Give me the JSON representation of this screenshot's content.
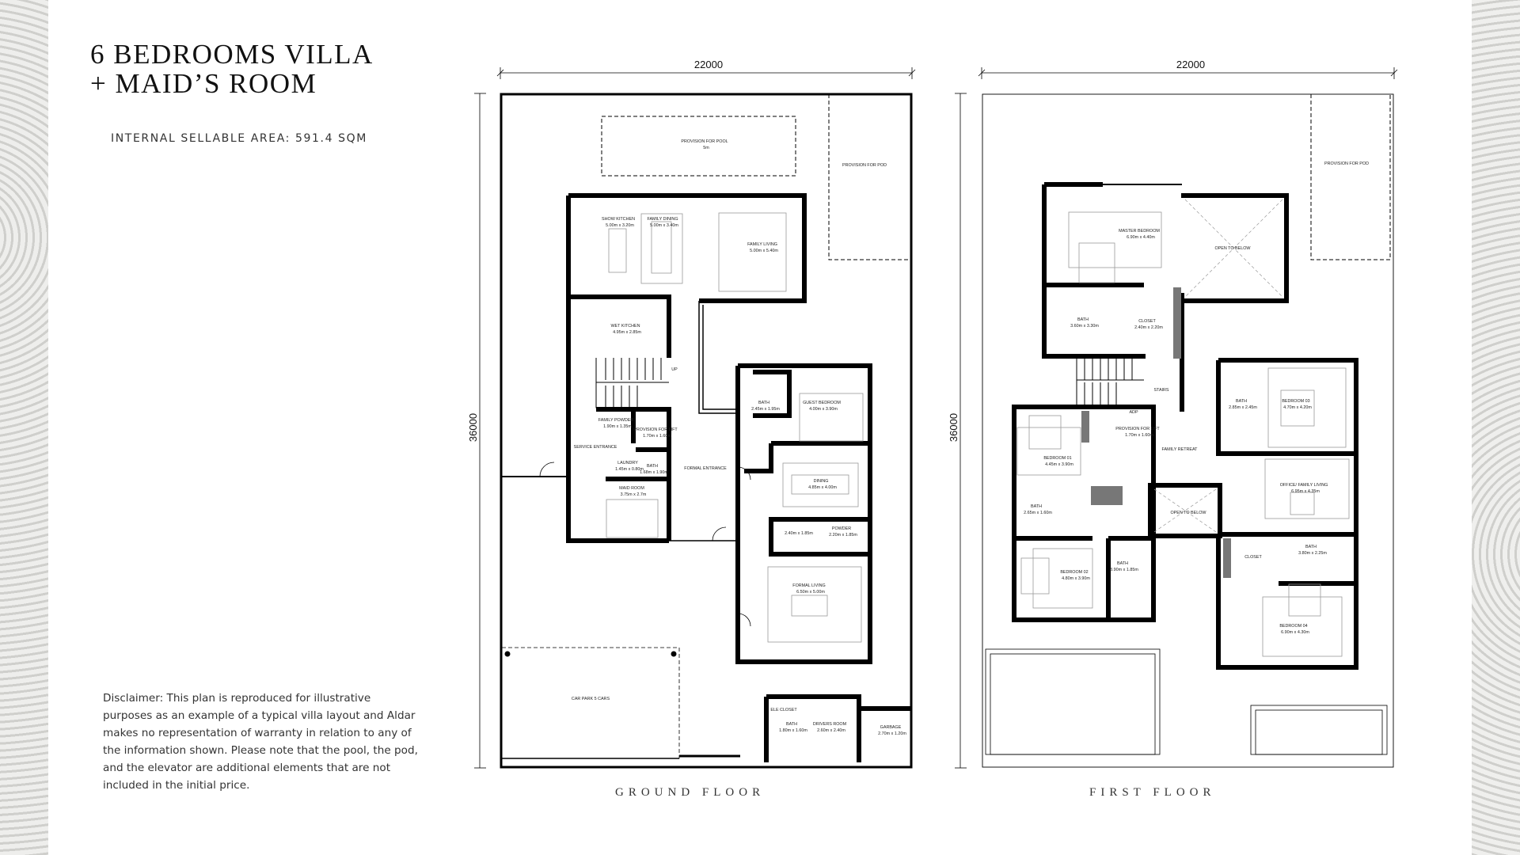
{
  "header": {
    "title_line1": "6 BEDROOMS VILLA",
    "title_line2": "+ MAID’S ROOM",
    "area": "INTERNAL SELLABLE AREA: 591.4 SQM"
  },
  "disclaimer": "Disclaimer: This plan is reproduced for illustrative purposes as an example of a typical villa layout and Aldar makes no representation of warranty in relation to any of the information shown. Please note that the pool, the pod, and the elevator are additional elements that are not included in the initial price.",
  "ground_floor": {
    "label": "GROUND FLOOR",
    "width_dim": "22000",
    "depth_dim": "36000",
    "rooms": [
      {
        "name": "PROVISION FOR POOL",
        "size": "5m"
      },
      {
        "name": "PROVISION FOR POD",
        "size": ""
      },
      {
        "name": "SHOW KITCHEN",
        "size": "5.00m x 3.20m"
      },
      {
        "name": "FAMILY DINING",
        "size": "5.00m x 3.40m"
      },
      {
        "name": "FAMILY LIVING",
        "size": "5.00m x 5.40m"
      },
      {
        "name": "WET KITCHEN",
        "size": "4.95m x 2.85m"
      },
      {
        "name": "UP",
        "size": ""
      },
      {
        "name": "FAMILY POWDER",
        "size": "1.90m x 1.35m"
      },
      {
        "name": "PROVISION FOR LIFT",
        "size": "1.70m x 1.60m"
      },
      {
        "name": "SERVICE ENTRANCE",
        "size": ""
      },
      {
        "name": "LAUNDRY",
        "size": "1.45m x 0.80m"
      },
      {
        "name": "BATH",
        "size": "1.68m x 1.90m"
      },
      {
        "name": "FORMAL ENTRANCE",
        "size": ""
      },
      {
        "name": "MAID ROOM",
        "size": "3.75m x 2.7m"
      },
      {
        "name": "BATH",
        "size": "2.45m x 1.95m"
      },
      {
        "name": "GUEST BEDROOM",
        "size": "4.00m x 3.90m"
      },
      {
        "name": "DINING",
        "size": "4.85m x 4.00m"
      },
      {
        "name": "",
        "size": "2.40m x 1.85m"
      },
      {
        "name": "POWDER",
        "size": "2.20m x 1.85m"
      },
      {
        "name": "FORMAL LIVING",
        "size": "6.50m x 5.00m"
      },
      {
        "name": "CAR PARK 5 CARS",
        "size": ""
      },
      {
        "name": "ELE CLOSET",
        "size": ""
      },
      {
        "name": "BATH",
        "size": "1.80m x 1.60m"
      },
      {
        "name": "DRIVERS ROOM",
        "size": "2.60m x 2.40m"
      },
      {
        "name": "GARBAGE",
        "size": "2.70m x 1.20m"
      }
    ]
  },
  "first_floor": {
    "label": "FIRST FLOOR",
    "width_dim": "22000",
    "depth_dim": "36000",
    "rooms": [
      {
        "name": "PROVISION FOR POD",
        "size": ""
      },
      {
        "name": "MASTER BEDROOM",
        "size": "6.90m x 4.40m"
      },
      {
        "name": "OPEN TO BELOW",
        "size": ""
      },
      {
        "name": "BATH",
        "size": "3.60m x 3.30m"
      },
      {
        "name": "CLOSET",
        "size": "2.40m x 2.20m"
      },
      {
        "name": "STAIRS",
        "size": ""
      },
      {
        "name": "ADP",
        "size": ""
      },
      {
        "name": "PROVISION FOR LIFT",
        "size": "1.70m x 1.60m"
      },
      {
        "name": "FAMILY RETREAT",
        "size": ""
      },
      {
        "name": "BEDROOM 01",
        "size": "4.45m x 3.90m"
      },
      {
        "name": "BATH",
        "size": "2.85m x 2.45m"
      },
      {
        "name": "BEDROOM 03",
        "size": "4.70m x 4.20m"
      },
      {
        "name": "BATH",
        "size": "2.65m x 1.60m"
      },
      {
        "name": "OPEN TO BELOW",
        "size": ""
      },
      {
        "name": "OFFICE/ FAMILY LIVING",
        "size": "6.95m x 4.35m"
      },
      {
        "name": "BEDROOM 02",
        "size": "4.80m x 3.90m"
      },
      {
        "name": "BATH",
        "size": "3.90m x 1.85m"
      },
      {
        "name": "CLOSET",
        "size": ""
      },
      {
        "name": "BATH",
        "size": "3.80m x 2.25m"
      },
      {
        "name": "BEDROOM 04",
        "size": "6.90m x 4.30m"
      }
    ]
  }
}
